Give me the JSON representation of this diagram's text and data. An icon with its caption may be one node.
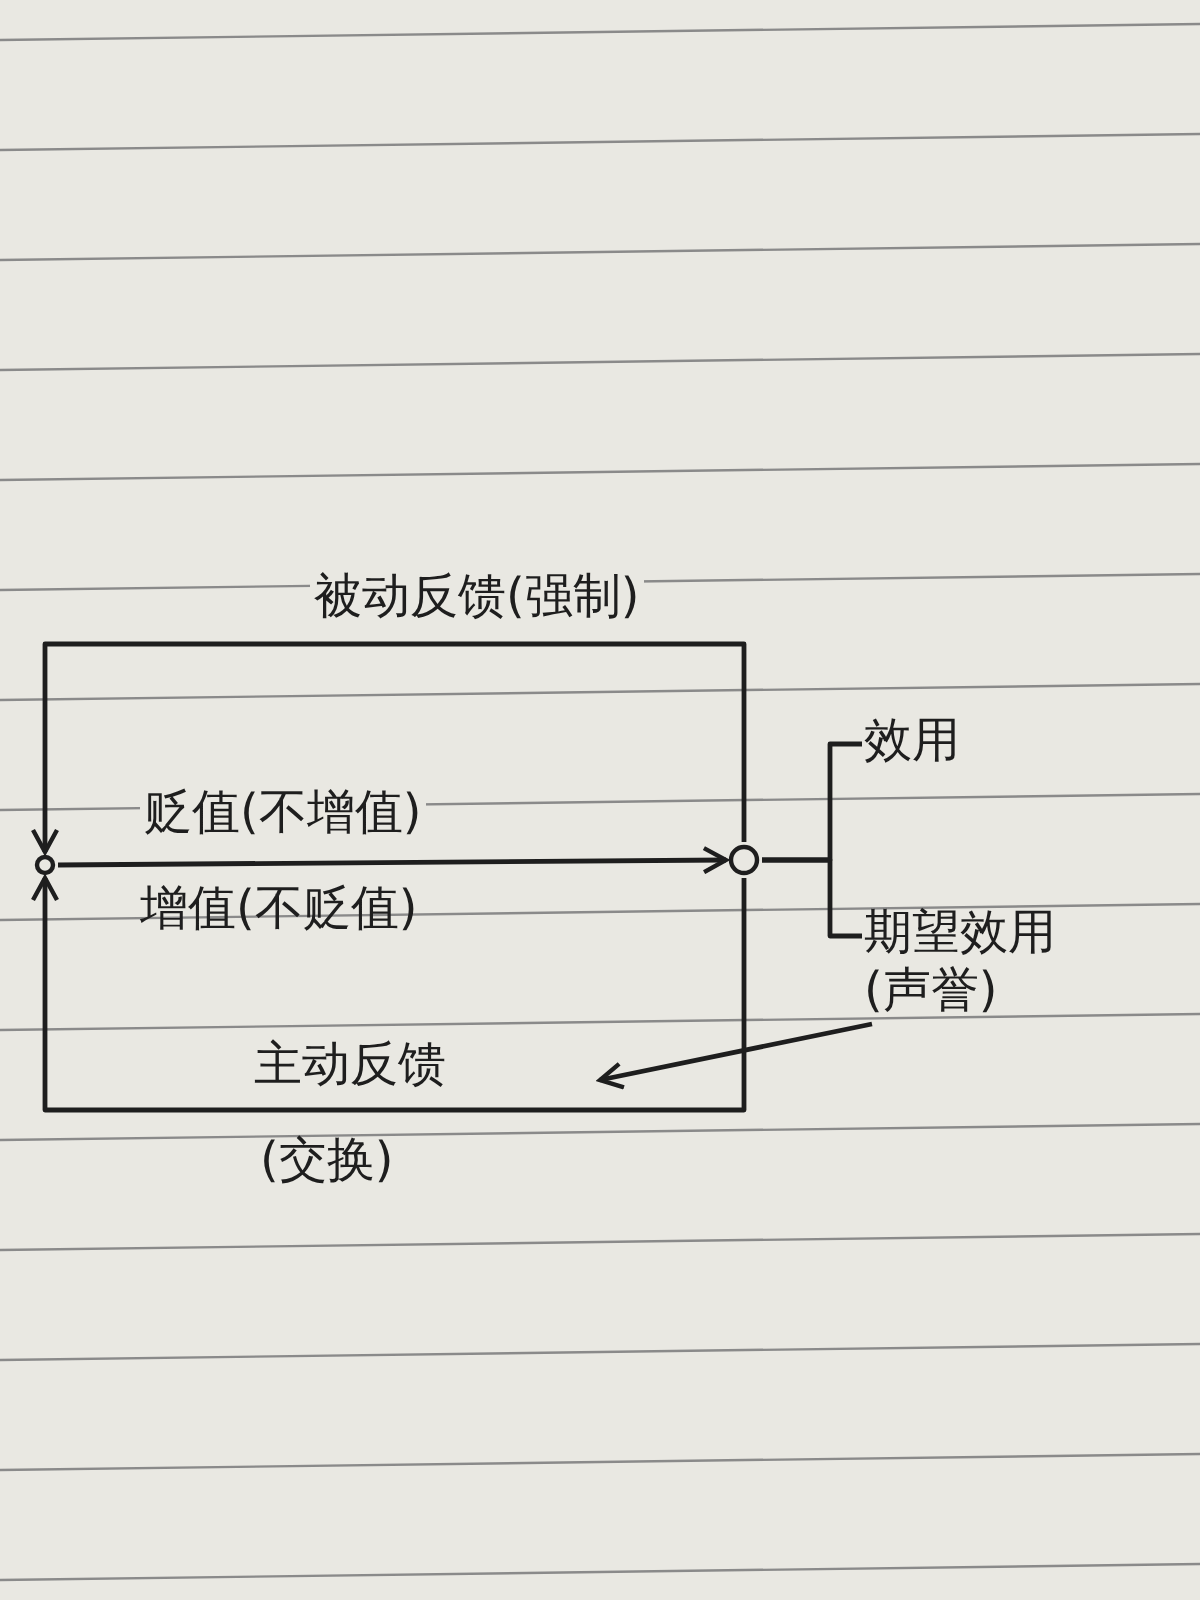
{
  "diagram": {
    "nodes": [
      {
        "text": [],
        "shape": "circle"
      },
      {
        "text": [],
        "shape": "circle"
      },
      {
        "text": [
          "效用"
        ]
      },
      {
        "text": [
          "期望效用(声誉)"
        ]
      }
    ],
    "edges": [
      {
        "from": 0,
        "to": 1,
        "arrow": "to",
        "label": "贬值(不增值)"
      },
      {
        "from": 1,
        "to": 0,
        "arrow": "to",
        "label": "被动反馈(强制)"
      },
      {
        "from": 1,
        "to": 0,
        "arrow": "to",
        "label": "主动反馈"
      },
      {
        "from": 1,
        "to": 2,
        "arrow": "none"
      },
      {
        "from": 1,
        "to": 3,
        "arrow": "none"
      },
      {
        "from": 3,
        "to": null,
        "arrow": "to"
      }
    ],
    "labels": [
      "增值(不贬值)",
      "(交换)"
    ]
  }
}
